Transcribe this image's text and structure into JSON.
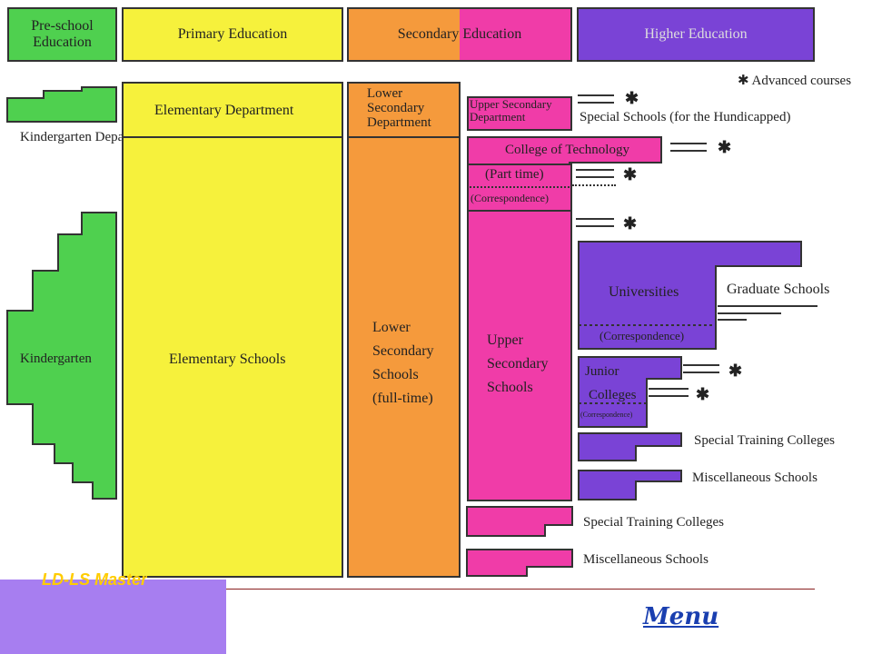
{
  "headers": {
    "preschool": "Pre-school Education",
    "primary": "Primary Education",
    "secondary": "Secondary Education",
    "higher": "Higher Education"
  },
  "legend": {
    "symbol": "✱",
    "text": "Advanced courses"
  },
  "preschool": {
    "kindergarten_dept": "Kindergarten Department",
    "kindergarten": "Kindergarten"
  },
  "primary": {
    "elementary_dept": "Elementary Department",
    "elementary_schools": "Elementary Schools"
  },
  "lower_secondary": {
    "dept": "Lower Secondary Department",
    "schools": [
      "Lower",
      "Secondary",
      "Schools",
      "(full-time)"
    ]
  },
  "upper_secondary": {
    "dept": "Upper Secondary Department",
    "college_tech": "College of Technology",
    "part_time": "(Part time)",
    "correspondence": "(Correspondence)",
    "schools": [
      "Upper",
      "Secondary",
      "Schools"
    ],
    "special_training": "Special Training Colleges",
    "misc": "Miscellaneous Schools"
  },
  "higher": {
    "special_schools": "Special Schools (for the Hundicapped)",
    "universities": "Universities",
    "graduate": "Graduate Schools",
    "univ_corr": "(Correspondence)",
    "junior_colleges": [
      "Junior",
      "Colleges"
    ],
    "jc_corr": "(Correspondence)",
    "special_training": "Special Training Colleges",
    "misc": "Miscellaneous Schools"
  },
  "footer": {
    "partial_title": "LD-LS Master",
    "menu": "Menu"
  },
  "colors": {
    "green": "#4fd04f",
    "yellow": "#f6f13c",
    "orange": "#f59a3c",
    "pink": "#f03ca8",
    "purple": "#7a43d6",
    "footer_purple": "#a77ef0",
    "menu_link": "#1a3fb0"
  }
}
